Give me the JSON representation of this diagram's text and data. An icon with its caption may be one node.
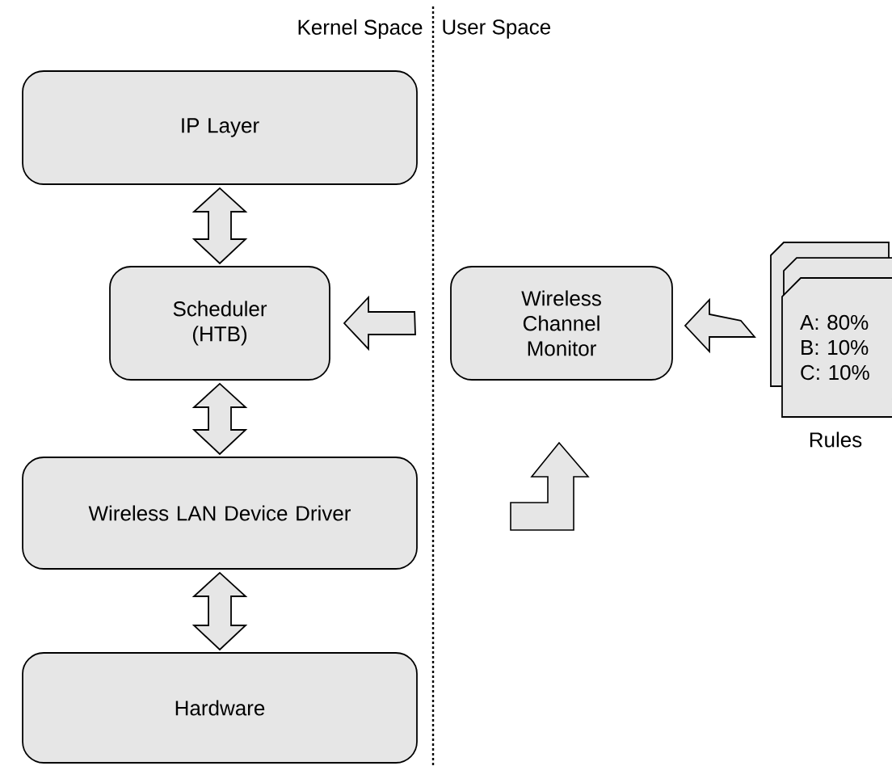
{
  "diagram": {
    "nodes": [
      {
        "text": [
          "IP Layer"
        ]
      },
      {
        "text": [
          "Scheduler (HTB)"
        ]
      },
      {
        "text": [
          "Wireless LAN Device Driver"
        ]
      },
      {
        "text": [
          "Hardware"
        ]
      },
      {
        "text": [
          "Wireless Channel Monitor"
        ]
      },
      {
        "text": [
          "A: 80% B: 10% C: 10%"
        ],
        "beside": [
          "Rules"
        ]
      }
    ],
    "edges": [
      {
        "from": 0,
        "to": 1,
        "arrow": "both"
      },
      {
        "from": 1,
        "to": 2,
        "arrow": "both"
      },
      {
        "from": 2,
        "to": 3,
        "arrow": "both"
      },
      {
        "from": 4,
        "to": 1,
        "arrow": "to"
      },
      {
        "from": 5,
        "to": 4,
        "arrow": "to"
      }
    ],
    "labels": [
      "Kernel Space",
      "User Space"
    ]
  }
}
